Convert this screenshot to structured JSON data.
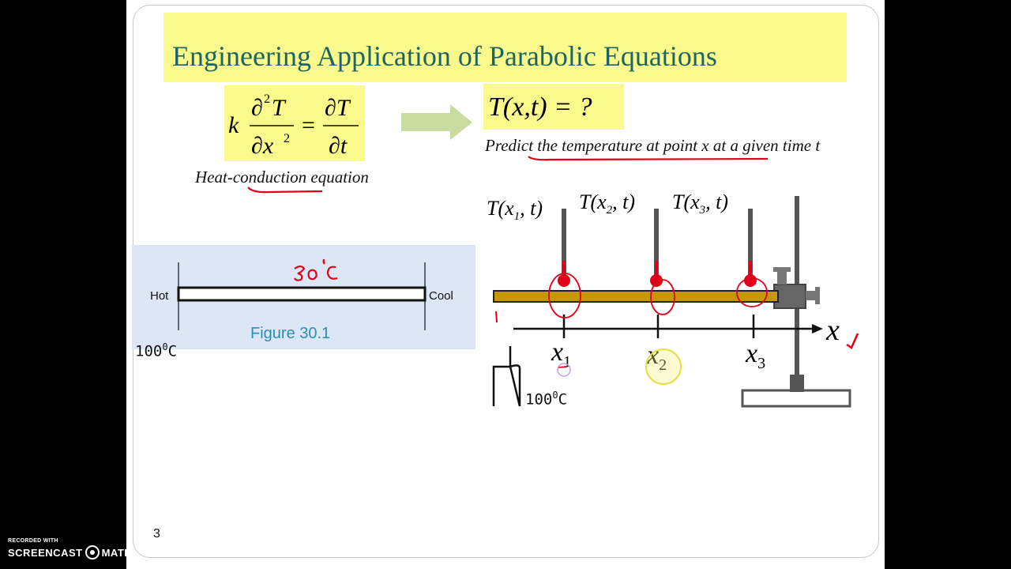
{
  "slide": {
    "title": "Engineering Application of Parabolic Equations",
    "equation_caption": "Heat-conduction equation",
    "unknown_equation": "T(x,t) = ?",
    "predict_text": "Predict the temperature at point x at a given time t",
    "page_number": "3"
  },
  "heat_equation": {
    "k": "k",
    "lhs_num": "∂",
    "lhs_num_sup": "2",
    "lhs_num_var": "T",
    "lhs_den": "∂x",
    "lhs_den_sup": "2",
    "equals": "=",
    "rhs_num": "∂T",
    "rhs_den": "∂t"
  },
  "figure_30_1": {
    "left_label": "Hot",
    "right_label": "Cool",
    "caption": "Figure 30.1",
    "temperature_base": "100",
    "temperature_sup": "0",
    "temperature_unit": "C",
    "annotation": "30°C"
  },
  "apparatus": {
    "thermometers": [
      {
        "label_T": "T(x",
        "sub": "1",
        "label_rest": ", t)"
      },
      {
        "label_T": "T(x",
        "sub": "2",
        "label_rest": ", t)"
      },
      {
        "label_T": "T(x",
        "sub": "3",
        "label_rest": ", t)"
      }
    ],
    "axis_label": "x",
    "points": [
      {
        "var": "x",
        "sub": "1"
      },
      {
        "var": "x",
        "sub": "2"
      },
      {
        "var": "x",
        "sub": "3"
      }
    ],
    "heater_temp_base": "100",
    "heater_temp_sup": "0",
    "heater_temp_unit": "C"
  },
  "watermark": {
    "line1": "RECORDED WITH",
    "line2a": "SCREENCAST",
    "line2b": "MATIC"
  },
  "colors": {
    "title_bg": "#fafa8c",
    "title_text": "#1f6464",
    "rod": "#c8960a",
    "thermo_bulb": "#e0001a",
    "ink_red": "#e0001a",
    "figure_panel": "#dce6f5",
    "figure_caption": "#2a8fb6",
    "arrow_green": "#c8dca0"
  }
}
